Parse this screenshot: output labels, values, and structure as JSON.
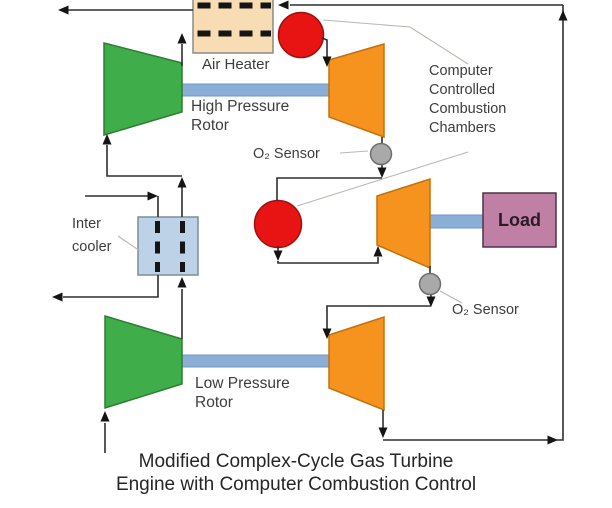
{
  "title": "Modified Complex-Cycle Gas Turbine\nEngine with Computer Combustion Control",
  "labels": {
    "air_heater": "Air Heater",
    "hp_rotor": "High Pressure\nRotor",
    "o2_sensor_1": "O₂ Sensor",
    "computer_chambers": "Computer\nControlled\nCombustion\nChambers",
    "intercooler": "Inter\ncooler",
    "o2_sensor_2": "O₂ Sensor",
    "lp_rotor": "Low Pressure\nRotor",
    "load": "Load"
  },
  "colors": {
    "compressor_green": "#3fae4a",
    "turbine_orange": "#f6921e",
    "shaft_blue": "#8aaed6",
    "air_heater_tan": "#f8dcb4",
    "intercooler_blue": "#bdd2e6",
    "combustor_red": "#e81414",
    "sensor_gray": "#a9a9a9",
    "load_pink": "#c07fa5",
    "line_dark": "#2f2f2f"
  }
}
